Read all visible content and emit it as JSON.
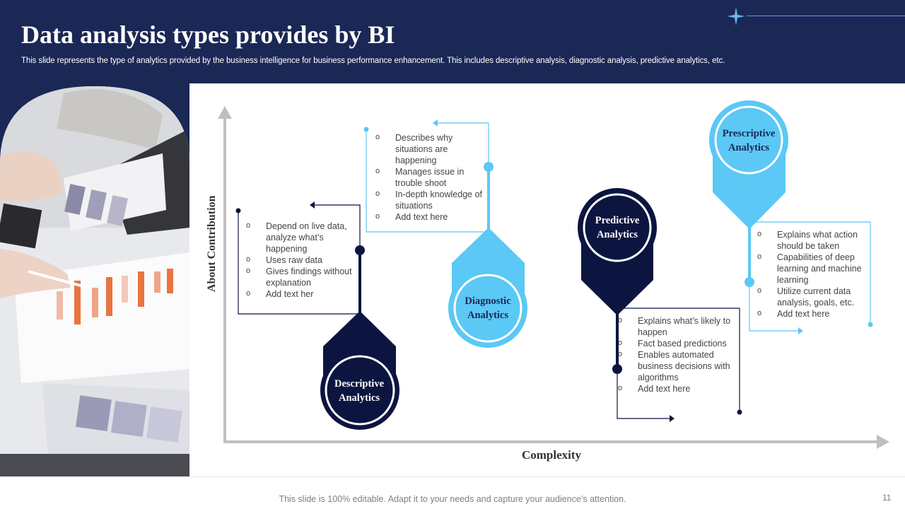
{
  "slide": {
    "title": "Data analysis types provides by BI",
    "subtitle": "This slide represents the type of analytics provided by the business intelligence for business performance enhancement. This includes descriptive analysis, diagnostic analysis, predictive analytics, etc.",
    "footer": "This slide is 100% editable. Adapt it to your needs and capture your audience’s attention.",
    "page_number": "11"
  },
  "axes": {
    "y_label": "About Contribution",
    "x_label": "Complexity"
  },
  "colors": {
    "navy": "#1b2856",
    "dark_node": "#0b1540",
    "light_blue": "#5bc8f5",
    "axis_gray": "#bfbfbf"
  },
  "stages": [
    {
      "title_line1": "Descriptive",
      "title_line2": "Analytics",
      "bullets": [
        "Depend on live data, analyze what’s happening",
        "Uses raw data",
        "Gives findings without explanation",
        "Add text her"
      ]
    },
    {
      "title_line1": "Diagnostic",
      "title_line2": "Analytics",
      "bullets": [
        "Describes why situations are happening",
        "Manages issue in trouble shoot",
        "In-depth knowledge of situations",
        "Add text here"
      ]
    },
    {
      "title_line1": "Predictive",
      "title_line2": "Analytics",
      "bullets": [
        "Explains what’s likely to happen",
        "Fact based predictions",
        "Enables automated business decisions with algorithms",
        "Add text here"
      ]
    },
    {
      "title_line1": "Prescriptive",
      "title_line2": "Analytics",
      "bullets": [
        "Explains what action should be taken",
        "Capabilities of deep learning and machine learning",
        "Utilize current data analysis, goals, etc.",
        "Add text here"
      ]
    }
  ]
}
